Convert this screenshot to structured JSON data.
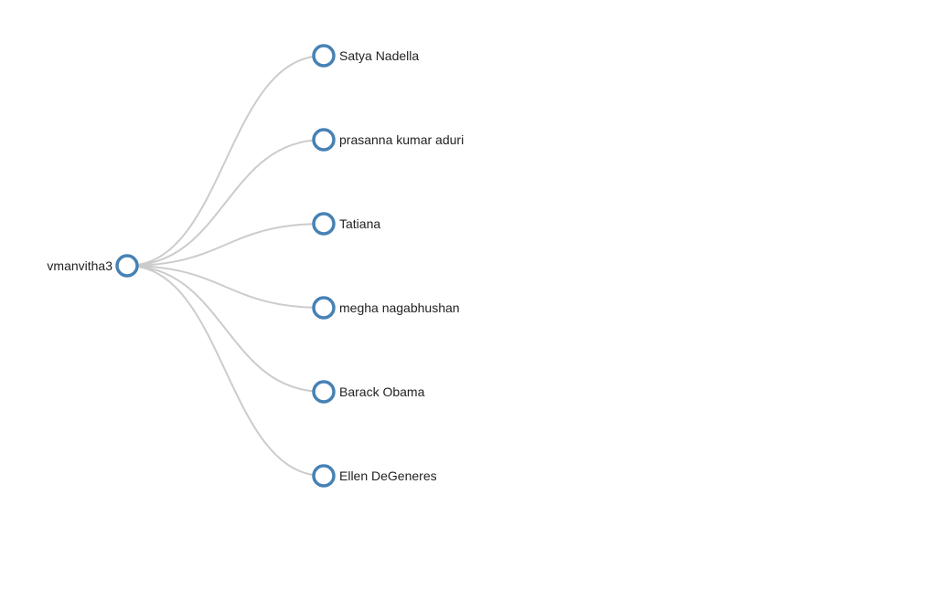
{
  "tree": {
    "root": {
      "name": "vmanvitha3"
    },
    "children": [
      {
        "name": "Satya Nadella"
      },
      {
        "name": "prasanna kumar aduri"
      },
      {
        "name": "Tatiana"
      },
      {
        "name": "megha nagabhushan"
      },
      {
        "name": "Barack Obama"
      },
      {
        "name": "Ellen DeGeneres"
      }
    ]
  },
  "colors": {
    "node_stroke": "#4682b4",
    "link_stroke": "#cccccc",
    "label_text": "#222222"
  }
}
